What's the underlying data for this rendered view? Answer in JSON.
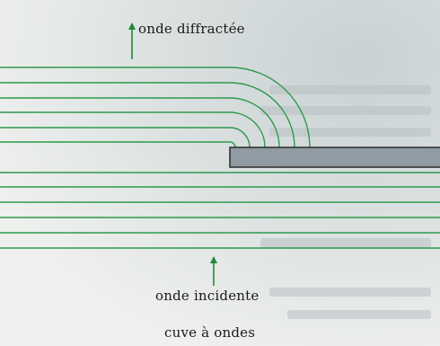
{
  "labels": {
    "diffracted_wave": "onde diffractée",
    "incident_wave": "onde incidente",
    "caption": "cuve à ondes"
  },
  "colors": {
    "wavefront": "#2c9a4c",
    "arrow": "#1f8a3a",
    "obstacle_fill": "#909ba3",
    "obstacle_stroke": "#2a2a2a"
  },
  "diagram": {
    "incident_wavefront_count": 6,
    "diffracted_wavefront_count": 6,
    "obstacle": "barrier"
  }
}
